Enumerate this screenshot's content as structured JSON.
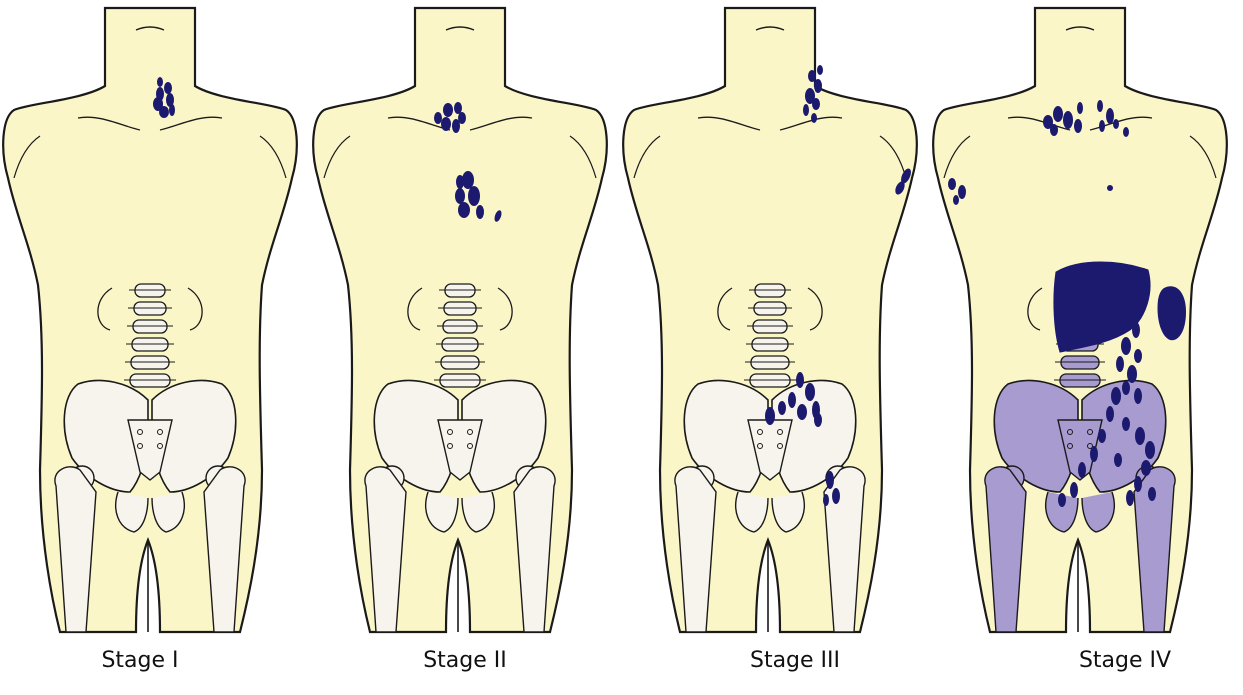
{
  "diagram": {
    "palette": {
      "skin": "#FBF6C8",
      "outline": "#1a1a1a",
      "bone": "#F6F4EC",
      "bone_involved": "#A79BD0",
      "node": "#1C1A6E"
    },
    "stages": [
      {
        "label": "Stage I"
      },
      {
        "label": "Stage II"
      },
      {
        "label": "Stage III"
      },
      {
        "label": "Stage IV"
      }
    ]
  }
}
